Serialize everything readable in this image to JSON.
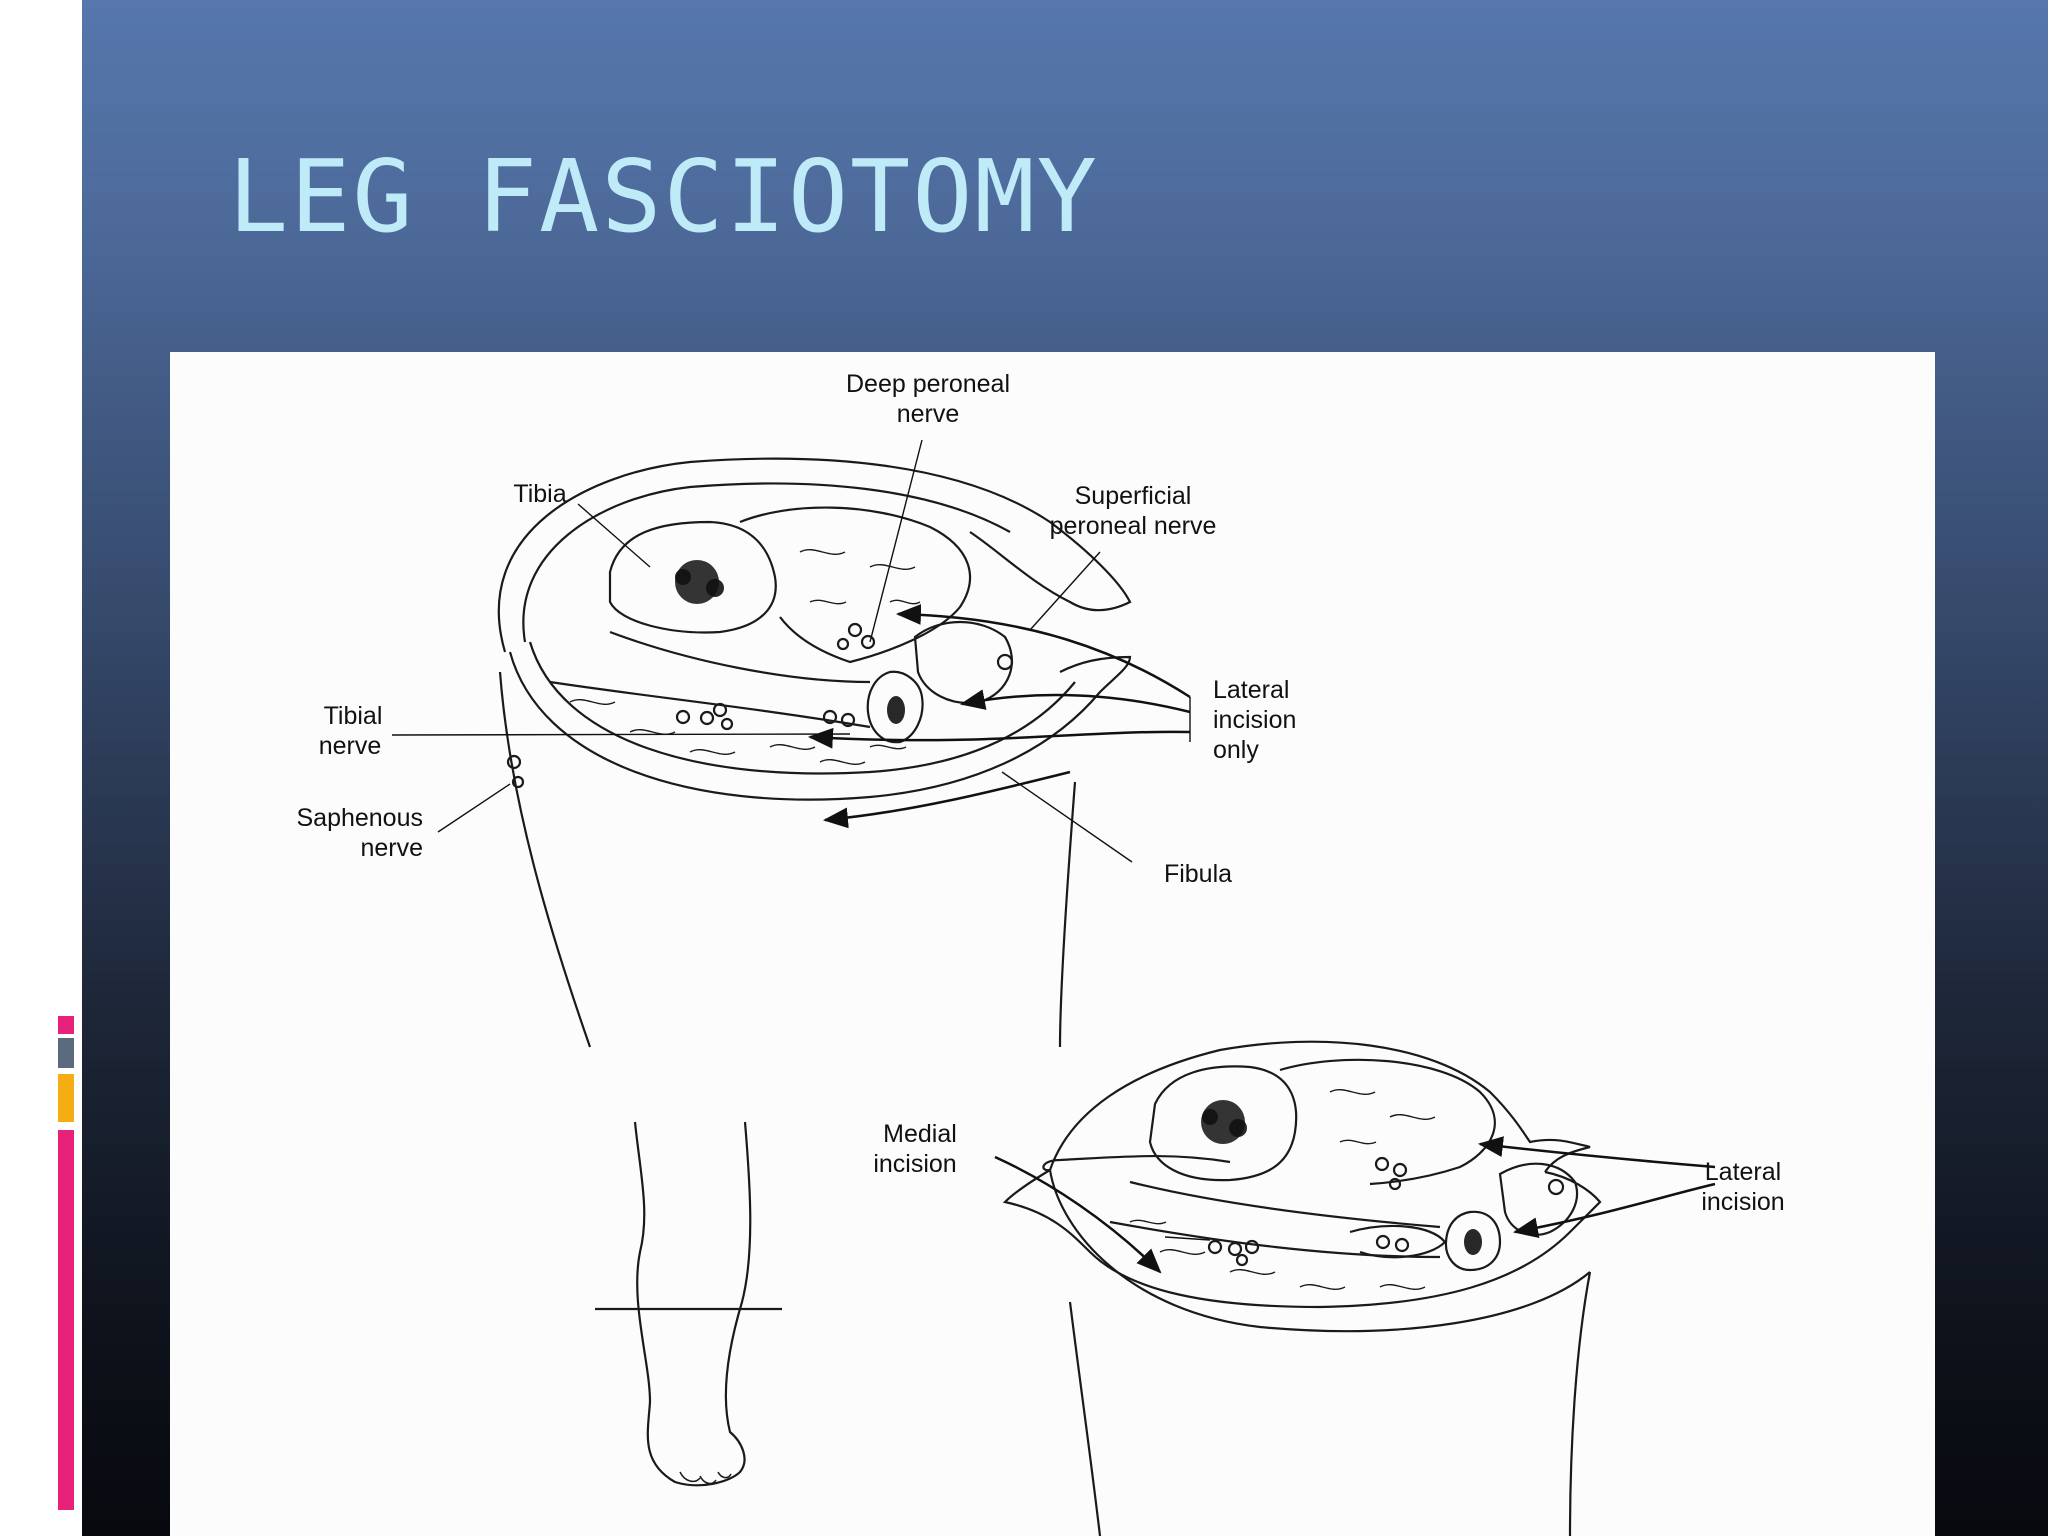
{
  "slide": {
    "title": "LEG FASCIOTOMY"
  },
  "colors": {
    "title": "#bfeaf7",
    "accent_pink": "#e8217a",
    "accent_gray": "#5c6a7e",
    "accent_orange": "#f5ad14"
  },
  "figure": {
    "upper_section": {
      "labels": {
        "deep_peroneal_1": "Deep peroneal",
        "deep_peroneal_2": "nerve",
        "tibia": "Tibia",
        "superficial_1": "Superficial",
        "superficial_2": "peroneal nerve",
        "lateral_only_1": "Lateral",
        "lateral_only_2": "incision",
        "lateral_only_3": "only",
        "tibial_1": "Tibial",
        "tibial_2": "nerve",
        "saphenous_1": "Saphenous",
        "saphenous_2": "nerve",
        "fibula": "Fibula"
      }
    },
    "lower_section": {
      "labels": {
        "medial_1": "Medial",
        "medial_2": "incision",
        "lateral_1": "Lateral",
        "lateral_2": "incision"
      }
    }
  }
}
